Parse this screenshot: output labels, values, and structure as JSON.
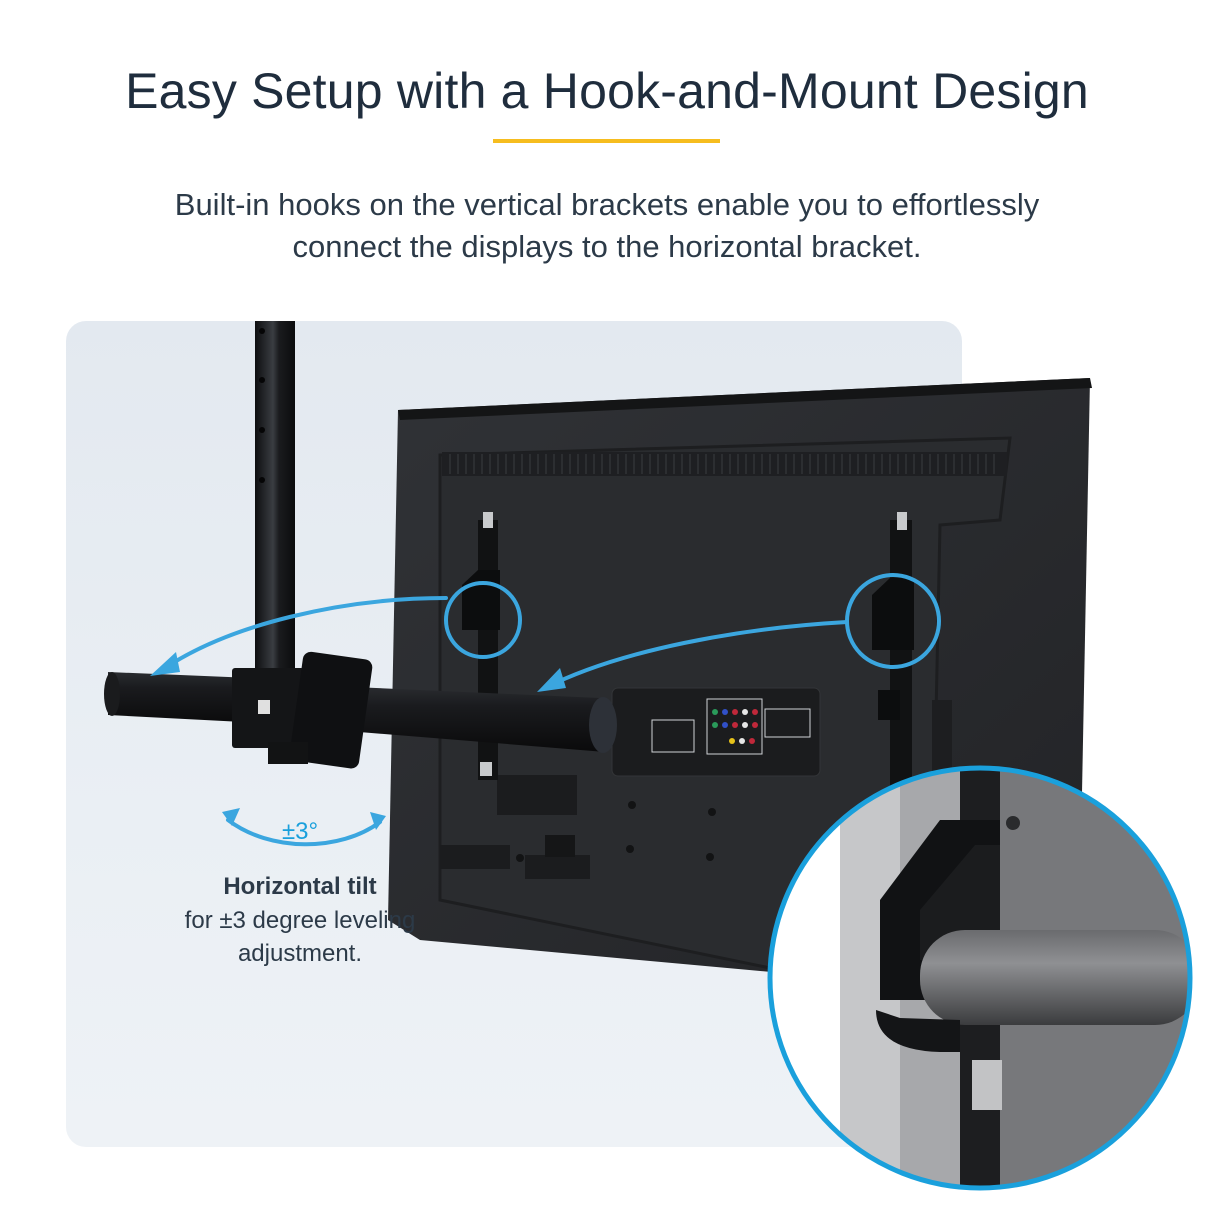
{
  "header": {
    "title": "Easy Setup with a Hook-and-Mount Design",
    "subtitle_line1": "Built-in hooks on the vertical brackets enable you to effortlessly",
    "subtitle_line2": "connect the displays to the horizontal bracket."
  },
  "feature": {
    "tilt_value": "±3°",
    "caption_title": "Horizontal tilt",
    "caption_line1": "for ±3 degree leveling",
    "caption_line2": "adjustment."
  },
  "colors": {
    "title_text": "#1f2d3d",
    "accent_underline": "#f6bd1f",
    "callout_blue": "#3ba6df",
    "tilt_text": "#1aa0dc",
    "panel_background": "#e6ecf2",
    "tv_body": "#2b2d30",
    "pole": "#151618"
  },
  "image": {
    "subject": "TV rear with ceiling pole mount, vertical VESA brackets with hooks, horizontal crossbar, and magnified inset of hook clamp on bar",
    "callouts": [
      "left-hook-circle",
      "right-hook-circle",
      "hook-detail-inset"
    ]
  }
}
